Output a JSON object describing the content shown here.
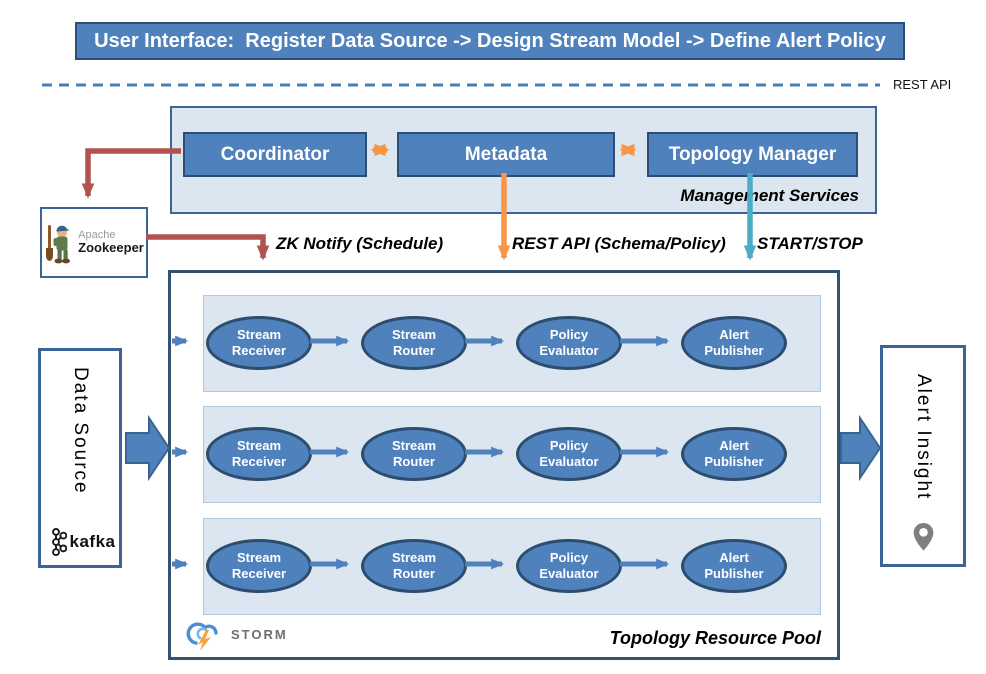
{
  "banner": {
    "text": "User Interface:  Register Data Source -> Design Stream Model -> Define Alert Policy"
  },
  "rest_api": {
    "label": "REST API"
  },
  "management": {
    "label": "Management Services",
    "coordinator": "Coordinator",
    "metadata": "Metadata",
    "topology_manager": "Topology Manager"
  },
  "zookeeper": {
    "apache": "Apache",
    "name": "Zookeeper"
  },
  "edges": {
    "zk_notify": "ZK Notify (Schedule)",
    "rest_api_schema": "REST API (Schema/Policy)",
    "start_stop": "START/STOP"
  },
  "pool": {
    "label": "Topology Resource Pool",
    "storm": "STORM",
    "rows": [
      {
        "stages": [
          {
            "l1": "Stream",
            "l2": "Receiver"
          },
          {
            "l1": "Stream",
            "l2": "Router"
          },
          {
            "l1": "Policy",
            "l2": "Evaluator"
          },
          {
            "l1": "Alert",
            "l2": "Publisher"
          }
        ]
      },
      {
        "stages": [
          {
            "l1": "Stream",
            "l2": "Receiver"
          },
          {
            "l1": "Stream",
            "l2": "Router"
          },
          {
            "l1": "Policy",
            "l2": "Evaluator"
          },
          {
            "l1": "Alert",
            "l2": "Publisher"
          }
        ]
      },
      {
        "stages": [
          {
            "l1": "Stream",
            "l2": "Receiver"
          },
          {
            "l1": "Stream",
            "l2": "Router"
          },
          {
            "l1": "Policy",
            "l2": "Evaluator"
          },
          {
            "l1": "Alert",
            "l2": "Publisher"
          }
        ]
      }
    ]
  },
  "data_source": {
    "label": "Data Source",
    "kafka": "kafka"
  },
  "alert_insight": {
    "label": "Alert Insight"
  },
  "colors": {
    "accent_blue": "#4f81bd",
    "light_blue_fill": "#dce6f1",
    "dark_border": "#2c4d75",
    "pool_border": "#31536f",
    "red_arrow": "#b2524e",
    "orange_arrow": "#f79646",
    "teal_arrow": "#4bacc6",
    "dash_blue": "#4a7ebb",
    "storm_gray": "#6d6e71",
    "pin_gray": "#7f7f7f"
  }
}
